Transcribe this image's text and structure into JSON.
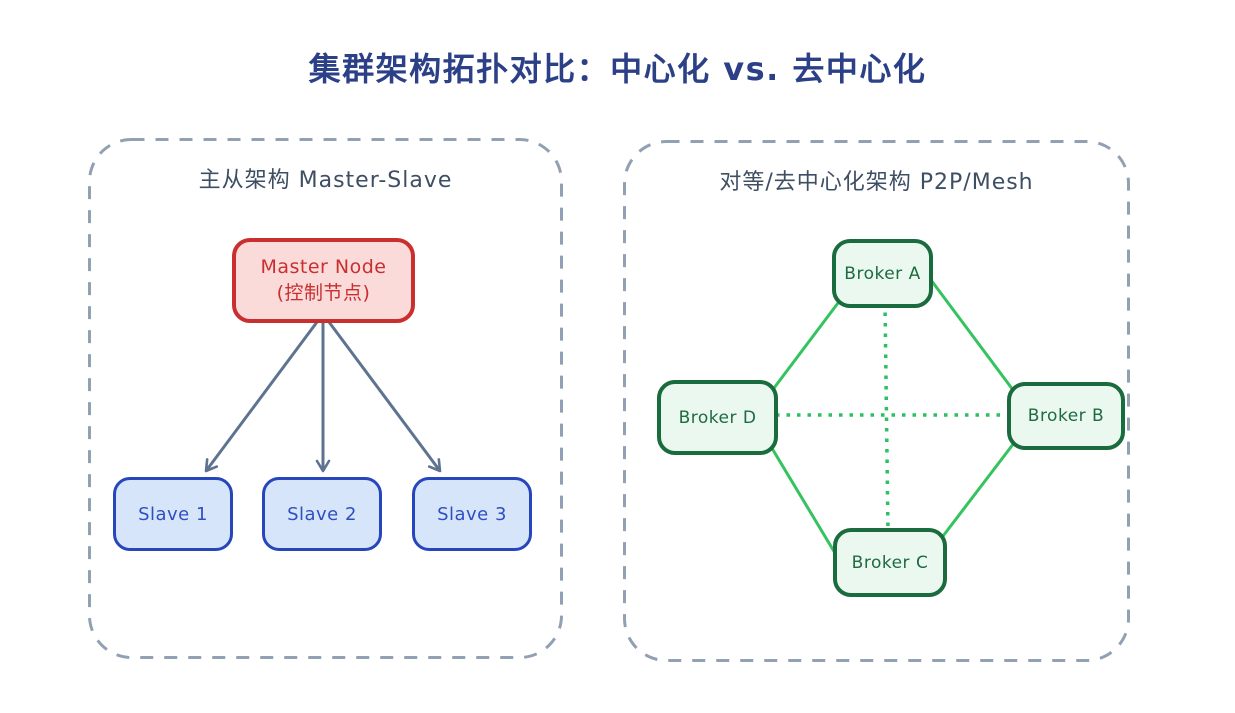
{
  "title": "集群架构拓扑对比：中心化 vs. 去中心化",
  "left_panel": {
    "title": "主从架构 Master-Slave",
    "master": {
      "line1": "Master Node",
      "line2": "(控制节点)"
    },
    "slaves": [
      "Slave 1",
      "Slave 2",
      "Slave 3"
    ]
  },
  "right_panel": {
    "title": "对等/去中心化架构 P2P/Mesh",
    "brokers": [
      "Broker A",
      "Broker B",
      "Broker C",
      "Broker D"
    ]
  },
  "colors": {
    "main_title": "#2c4088",
    "panel_border": "#92a0b3",
    "panel_title": "#3e4e63",
    "master_border": "#c92f2f",
    "master_fill": "#fbdada",
    "master_text": "#c92f2f",
    "slave_border": "#2746bb",
    "slave_fill": "#d7e5fa",
    "slave_text": "#2e4fc0",
    "arrow": "#5d7390",
    "broker_border": "#1a6b3e",
    "broker_fill": "#eaf8f0",
    "broker_text": "#1e6b40",
    "mesh_link_solid": "#34c35f",
    "mesh_link_dotted": "#2bc162"
  }
}
